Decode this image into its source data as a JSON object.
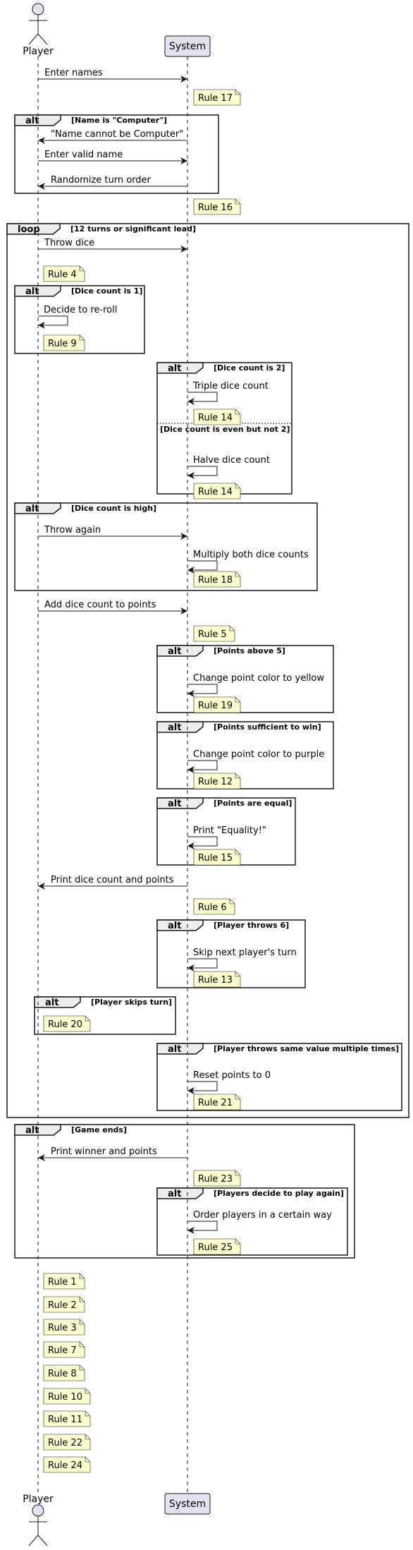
{
  "participants": {
    "player": "Player",
    "system": "System"
  },
  "messages": [
    {
      "text": "Enter names",
      "dir": "ps"
    },
    {
      "text": "\"Name cannot be Computer\"",
      "dir": "sp"
    },
    {
      "text": "Enter valid name",
      "dir": "ps"
    },
    {
      "text": "Randomize turn order",
      "dir": "sp"
    },
    {
      "text": "Throw dice",
      "dir": "ps"
    },
    {
      "text": "Decide to re-roll",
      "dir": "pp"
    },
    {
      "text": "Triple dice count",
      "dir": "ss"
    },
    {
      "text": "Halve dice count",
      "dir": "ss"
    },
    {
      "text": "Throw again",
      "dir": "ps"
    },
    {
      "text": "Multiply both dice counts",
      "dir": "ss"
    },
    {
      "text": "Add dice count to points",
      "dir": "ps"
    },
    {
      "text": "Change point color to yellow",
      "dir": "ss"
    },
    {
      "text": "Change point color to purple",
      "dir": "ss"
    },
    {
      "text": "Print \"Equality!\"",
      "dir": "ss"
    },
    {
      "text": "Print dice count and points",
      "dir": "sp"
    },
    {
      "text": "Skip next player's turn",
      "dir": "ss"
    },
    {
      "text": "Reset points to 0",
      "dir": "ss"
    },
    {
      "text": "Print winner and points",
      "dir": "sp"
    },
    {
      "text": "Order players in a certain way",
      "dir": "ss"
    }
  ],
  "notes": [
    "Rule 17",
    "Rule 16",
    "Rule 4",
    "Rule 9",
    "Rule 14",
    "Rule 14",
    "Rule 18",
    "Rule 5",
    "Rule 19",
    "Rule 12",
    "Rule 15",
    "Rule 6",
    "Rule 13",
    "Rule 20",
    "Rule 21",
    "Rule 23",
    "Rule 25",
    "Rule 1",
    "Rule 2",
    "Rule 3",
    "Rule 7",
    "Rule 8",
    "Rule 10",
    "Rule 11",
    "Rule 22",
    "Rule 24"
  ],
  "frames": [
    {
      "keyword": "alt",
      "guard": "[Name is \"Computer\"]"
    },
    {
      "keyword": "loop",
      "guard": "[12 turns or significant lead]"
    },
    {
      "keyword": "alt",
      "guard": "[Dice count is 1]"
    },
    {
      "keyword": "alt",
      "guard": "[Dice count is 2]",
      "else_guard": "[Dice count is even but not 2]"
    },
    {
      "keyword": "alt",
      "guard": "[Dice count is high]"
    },
    {
      "keyword": "alt",
      "guard": "[Points above 5]"
    },
    {
      "keyword": "alt",
      "guard": "[Points sufficient to win]"
    },
    {
      "keyword": "alt",
      "guard": "[Points are equal]"
    },
    {
      "keyword": "alt",
      "guard": "[Player throws 6]"
    },
    {
      "keyword": "alt",
      "guard": "[Player skips turn]"
    },
    {
      "keyword": "alt",
      "guard": "[Player throws same value multiple times]"
    },
    {
      "keyword": "alt",
      "guard": "[Game ends]"
    },
    {
      "keyword": "alt",
      "guard": "[Players decide to play again]"
    }
  ],
  "colors": {
    "actor_fill": "#E2E2F0",
    "participant_fill": "#E2E2F0",
    "note_fill": "#FEFECE",
    "frame_header_fill": "#EEEEEE",
    "line": "#181818"
  }
}
